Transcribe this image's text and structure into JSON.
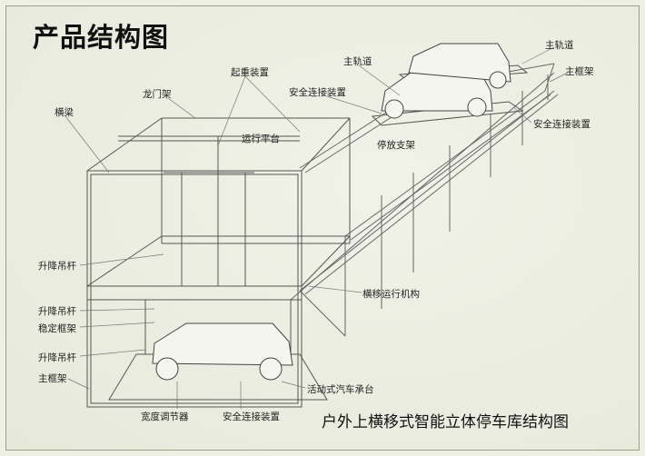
{
  "title": "产品结构图",
  "caption": "户外上横移式智能立体停车库结构图",
  "labels": {
    "lifting_device": "起重装置",
    "main_track_top": "主轨道",
    "main_track_right": "主轨道",
    "main_frame_right": "主框架",
    "gantry": "龙门架",
    "safety_link_top": "安全连接装置",
    "crossbeam": "横梁",
    "running_platform": "运行平台",
    "safety_link_right": "安全连接装置",
    "parking_support": "停放支架",
    "lift_rod_1": "升降吊杆",
    "traverse_mechanism": "横移运行机构",
    "lift_rod_2": "升降吊杆",
    "stabilizing_frame": "稳定框架",
    "lift_rod_3": "升降吊杆",
    "main_frame_left": "主框架",
    "movable_car_platform": "活动式汽车承台",
    "width_adjuster": "宽度调节器",
    "safety_link_bottom": "安全连接装置"
  }
}
